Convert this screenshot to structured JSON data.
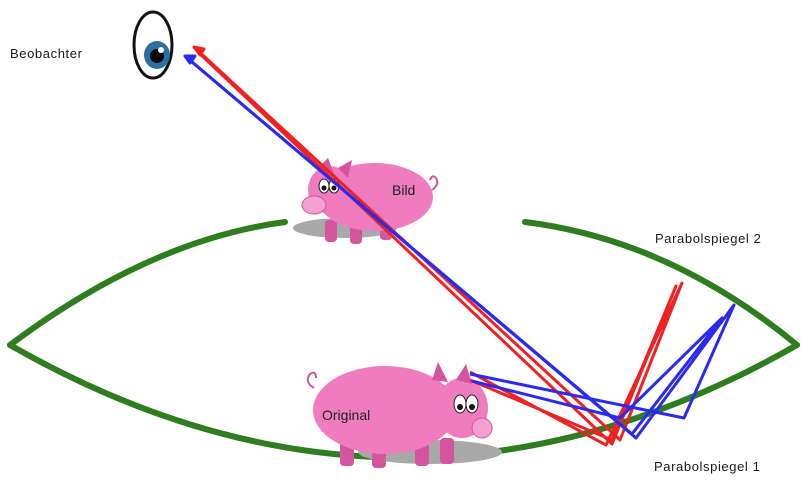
{
  "labels": {
    "observer": "Beobachter",
    "image": "Bild",
    "original": "Original",
    "mirror_top": "Parabolspiegel 2",
    "mirror_bottom": "Parabolspiegel 1"
  },
  "colors": {
    "mirror": "#2e7d1f",
    "ray_red": "#ee2222",
    "ray_blue": "#2a2af0",
    "pig_body": "#f07cc0",
    "pig_dark": "#d4549e",
    "shadow": "#a8a8a8",
    "text": "#1a1a1a"
  },
  "icons": {
    "observer": "eye-icon"
  }
}
